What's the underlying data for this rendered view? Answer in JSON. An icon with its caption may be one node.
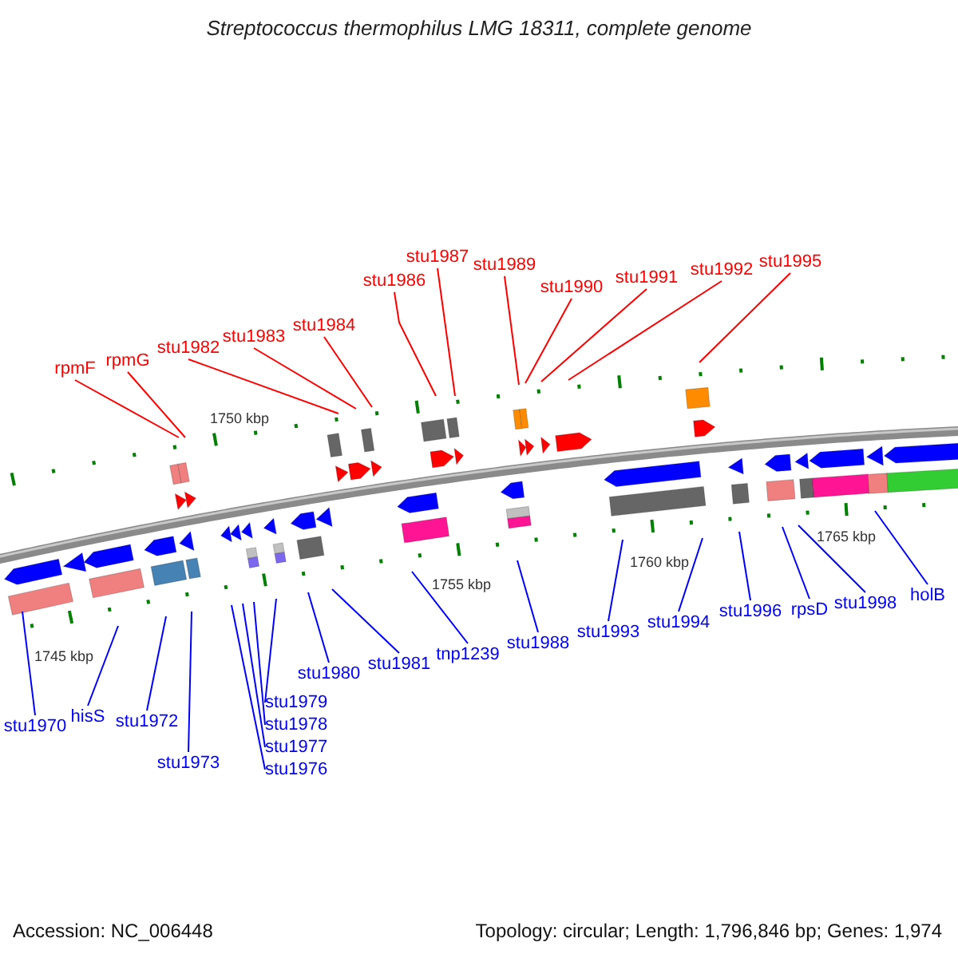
{
  "diagram": {
    "title": "Streptococcus thermophilus LMG 18311, complete genome",
    "nodes": [
      {
        "text": [
          "rpmF"
        ]
      },
      {
        "text": [
          "rpmG"
        ]
      },
      {
        "text": [
          "stu1982"
        ]
      },
      {
        "text": [
          "stu1983"
        ]
      },
      {
        "text": [
          "stu1984"
        ]
      },
      {
        "text": [
          "stu1986"
        ]
      },
      {
        "text": [
          "stu1987"
        ]
      },
      {
        "text": [
          "stu1989"
        ]
      },
      {
        "text": [
          "stu1990"
        ]
      },
      {
        "text": [
          "stu1991"
        ]
      },
      {
        "text": [
          "stu1992"
        ]
      },
      {
        "text": [
          "stu1995"
        ]
      },
      {
        "text": [
          "stu1970"
        ]
      },
      {
        "text": [
          "hisS"
        ]
      },
      {
        "text": [
          "stu1972"
        ]
      },
      {
        "text": [
          "stu1973"
        ]
      },
      {
        "text": [
          "stu1976"
        ]
      },
      {
        "text": [
          "stu1977"
        ]
      },
      {
        "text": [
          "stu1978"
        ]
      },
      {
        "text": [
          "stu1979"
        ]
      },
      {
        "text": [
          "stu1980"
        ]
      },
      {
        "text": [
          "stu1981"
        ]
      },
      {
        "text": [
          "tnp1239"
        ]
      },
      {
        "text": [
          "stu1988"
        ]
      },
      {
        "text": [
          "stu1993"
        ]
      },
      {
        "text": [
          "stu1994"
        ]
      },
      {
        "text": [
          "stu1996"
        ]
      },
      {
        "text": [
          "rpsD"
        ]
      },
      {
        "text": [
          "stu1998"
        ]
      },
      {
        "text": [
          "holB"
        ]
      }
    ],
    "edges": [
      {
        "from": 0,
        "to": null,
        "arrow": "none",
        "color": "#ff0000"
      },
      {
        "from": 1,
        "to": null,
        "arrow": "none",
        "color": "#ff0000"
      },
      {
        "from": 2,
        "to": null,
        "arrow": "none",
        "color": "#ff0000"
      },
      {
        "from": 3,
        "to": null,
        "arrow": "none",
        "color": "#ff0000"
      },
      {
        "from": 4,
        "to": null,
        "arrow": "none",
        "color": "#ff0000"
      },
      {
        "from": 5,
        "to": null,
        "arrow": "none",
        "color": "#ff0000"
      },
      {
        "from": 6,
        "to": null,
        "arrow": "none",
        "color": "#ff0000"
      },
      {
        "from": 7,
        "to": null,
        "arrow": "none",
        "color": "#ff0000"
      },
      {
        "from": 8,
        "to": null,
        "arrow": "none",
        "color": "#ff0000"
      },
      {
        "from": 9,
        "to": null,
        "arrow": "none",
        "color": "#ff0000"
      },
      {
        "from": 10,
        "to": null,
        "arrow": "none",
        "color": "#ff0000"
      },
      {
        "from": 11,
        "to": null,
        "arrow": "none",
        "color": "#ff0000"
      },
      {
        "from": 12,
        "to": null,
        "arrow": "none"
      },
      {
        "from": 13,
        "to": null,
        "arrow": "none"
      },
      {
        "from": 14,
        "to": null,
        "arrow": "none"
      },
      {
        "from": 15,
        "to": null,
        "arrow": "none"
      },
      {
        "from": 16,
        "to": null,
        "arrow": "none"
      },
      {
        "from": 17,
        "to": null,
        "arrow": "none"
      },
      {
        "from": 18,
        "to": null,
        "arrow": "none"
      },
      {
        "from": 19,
        "to": null,
        "arrow": "none"
      },
      {
        "from": 20,
        "to": null,
        "arrow": "none"
      },
      {
        "from": 21,
        "to": null,
        "arrow": "none"
      },
      {
        "from": 22,
        "to": null,
        "arrow": "none"
      },
      {
        "from": 23,
        "to": null,
        "arrow": "none"
      },
      {
        "from": 24,
        "to": null,
        "arrow": "none"
      },
      {
        "from": 25,
        "to": null,
        "arrow": "none"
      },
      {
        "from": 26,
        "to": null,
        "arrow": "none"
      },
      {
        "from": 27,
        "to": null,
        "arrow": "none"
      },
      {
        "from": 28,
        "to": null,
        "arrow": "none"
      },
      {
        "from": 29,
        "to": null,
        "arrow": "none"
      }
    ],
    "labels": [
      "1745 kbp",
      "1750 kbp",
      "1755 kbp",
      "1760 kbp",
      "1765 kbp",
      "Accession: NC_006448",
      "Topology: circular; Length: 1,796,846 bp; Genes: 1,974"
    ]
  }
}
